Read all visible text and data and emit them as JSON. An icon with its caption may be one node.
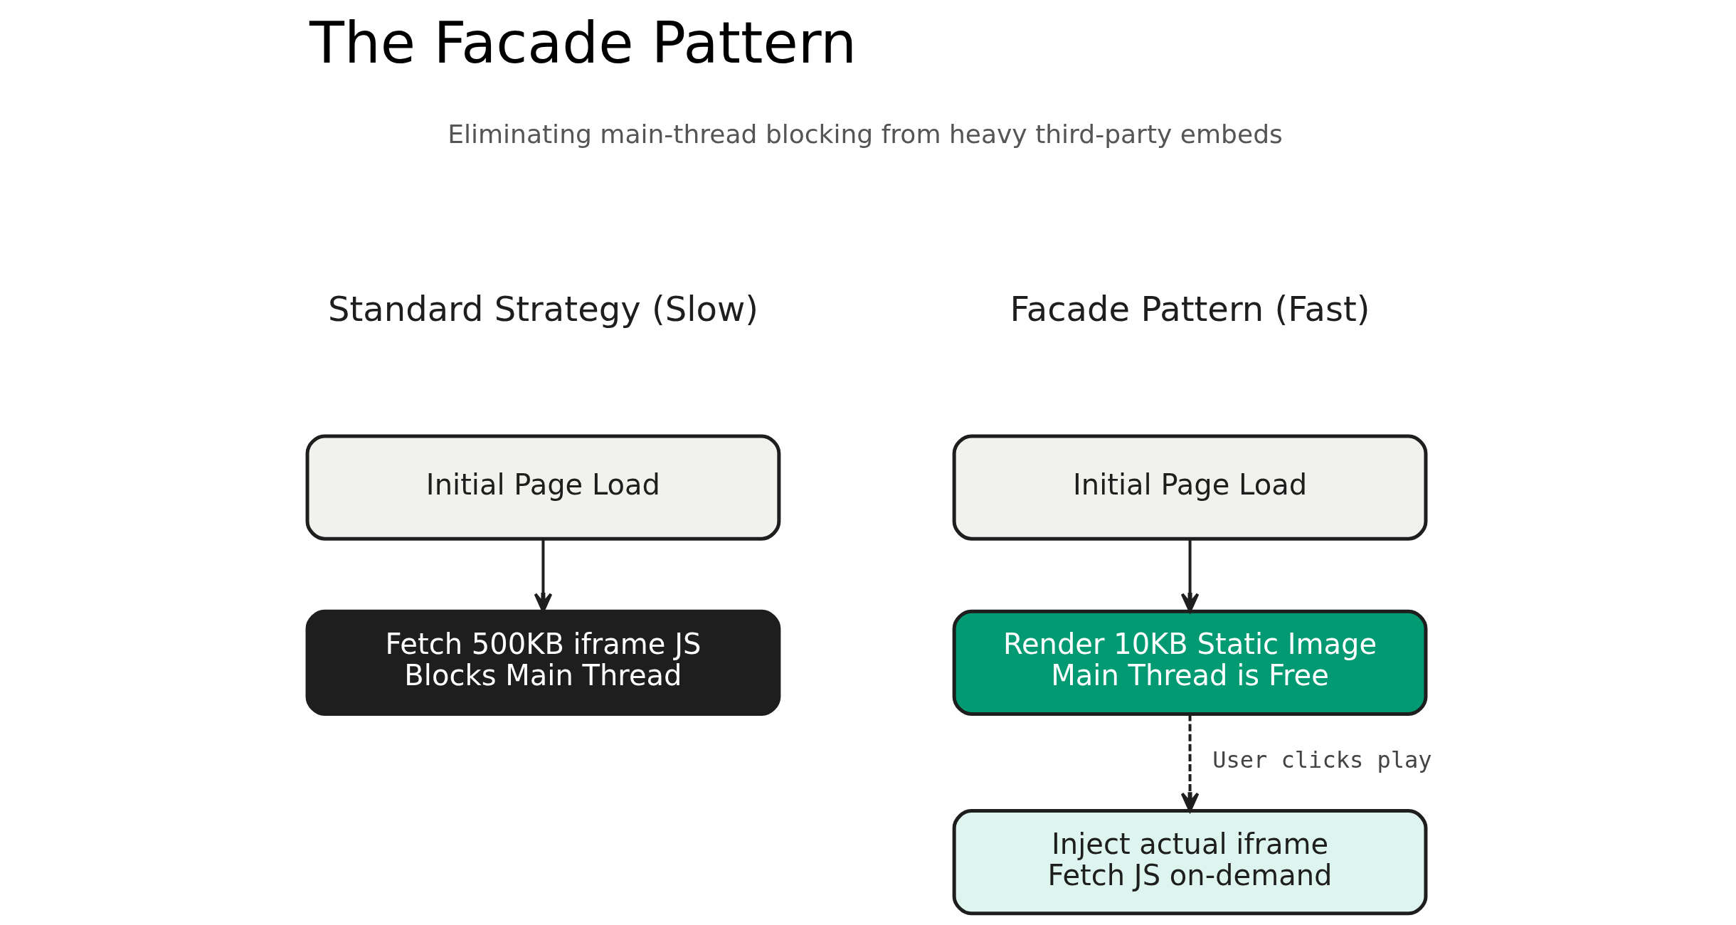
{
  "diagram": {
    "title": "The Facade Pattern",
    "nodes": [
      {
        "text": [
          "Initial Page Load"
        ]
      },
      {
        "text": [
          "Fetch 500KB iframe JS",
          "Blocks Main Thread"
        ]
      },
      {
        "text": [
          "Initial Page Load"
        ]
      },
      {
        "text": [
          "Render 10KB Static Image",
          "Main Thread is Free"
        ]
      },
      {
        "text": [
          "Inject actual iframe",
          "Fetch JS on-demand"
        ]
      }
    ],
    "edges": [
      {
        "from": 0,
        "to": 1,
        "arrow": "to"
      },
      {
        "from": 2,
        "to": 3,
        "arrow": "to"
      },
      {
        "from": 3,
        "to": 4,
        "arrow": "to",
        "style": "dashed",
        "label": "User clicks play"
      }
    ],
    "labels": [
      "Eliminating main-thread blocking from heavy third-party embeds",
      "Standard Strategy (Slow)",
      "Facade Pattern (Fast)"
    ]
  }
}
